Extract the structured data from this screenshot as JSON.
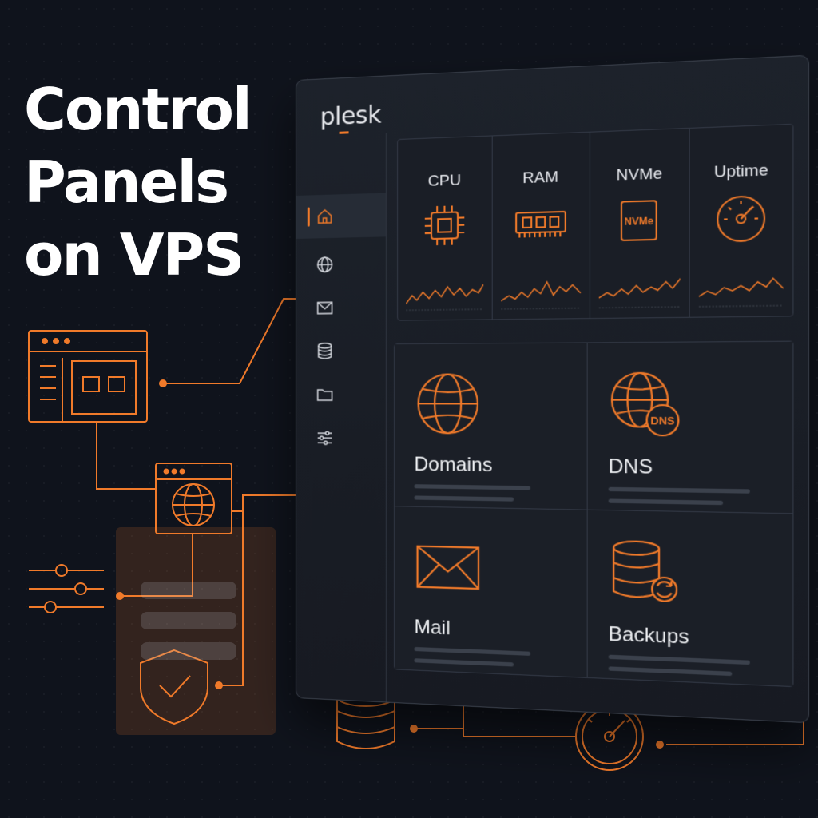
{
  "headline": {
    "line1": "Control",
    "line2": "Panels",
    "line3": "on VPS"
  },
  "brand": {
    "logo_text": "plesk"
  },
  "sidebar": {
    "items": [
      {
        "icon": "home-icon",
        "active": true
      },
      {
        "icon": "globe-icon",
        "active": false
      },
      {
        "icon": "mail-icon",
        "active": false
      },
      {
        "icon": "database-icon",
        "active": false
      },
      {
        "icon": "folder-icon",
        "active": false
      },
      {
        "icon": "sliders-icon",
        "active": false
      }
    ]
  },
  "stats": [
    {
      "label": "CPU",
      "icon": "cpu-chip-icon"
    },
    {
      "label": "RAM",
      "icon": "ram-module-icon"
    },
    {
      "label": "NVMe",
      "icon": "nvme-drive-icon",
      "icon_text": "NVMe"
    },
    {
      "label": "Uptime",
      "icon": "speedometer-icon"
    }
  ],
  "features": [
    {
      "label": "Domains",
      "icon": "globe-icon"
    },
    {
      "label": "DNS",
      "icon": "dns-globe-icon",
      "icon_text": "DNS"
    },
    {
      "label": "Mail",
      "icon": "envelope-icon"
    },
    {
      "label": "Backups",
      "icon": "database-backup-icon"
    }
  ],
  "colors": {
    "accent": "#f07a2a",
    "background": "#0f131c",
    "panel": "#1b1f27",
    "text": "#ffffff"
  }
}
